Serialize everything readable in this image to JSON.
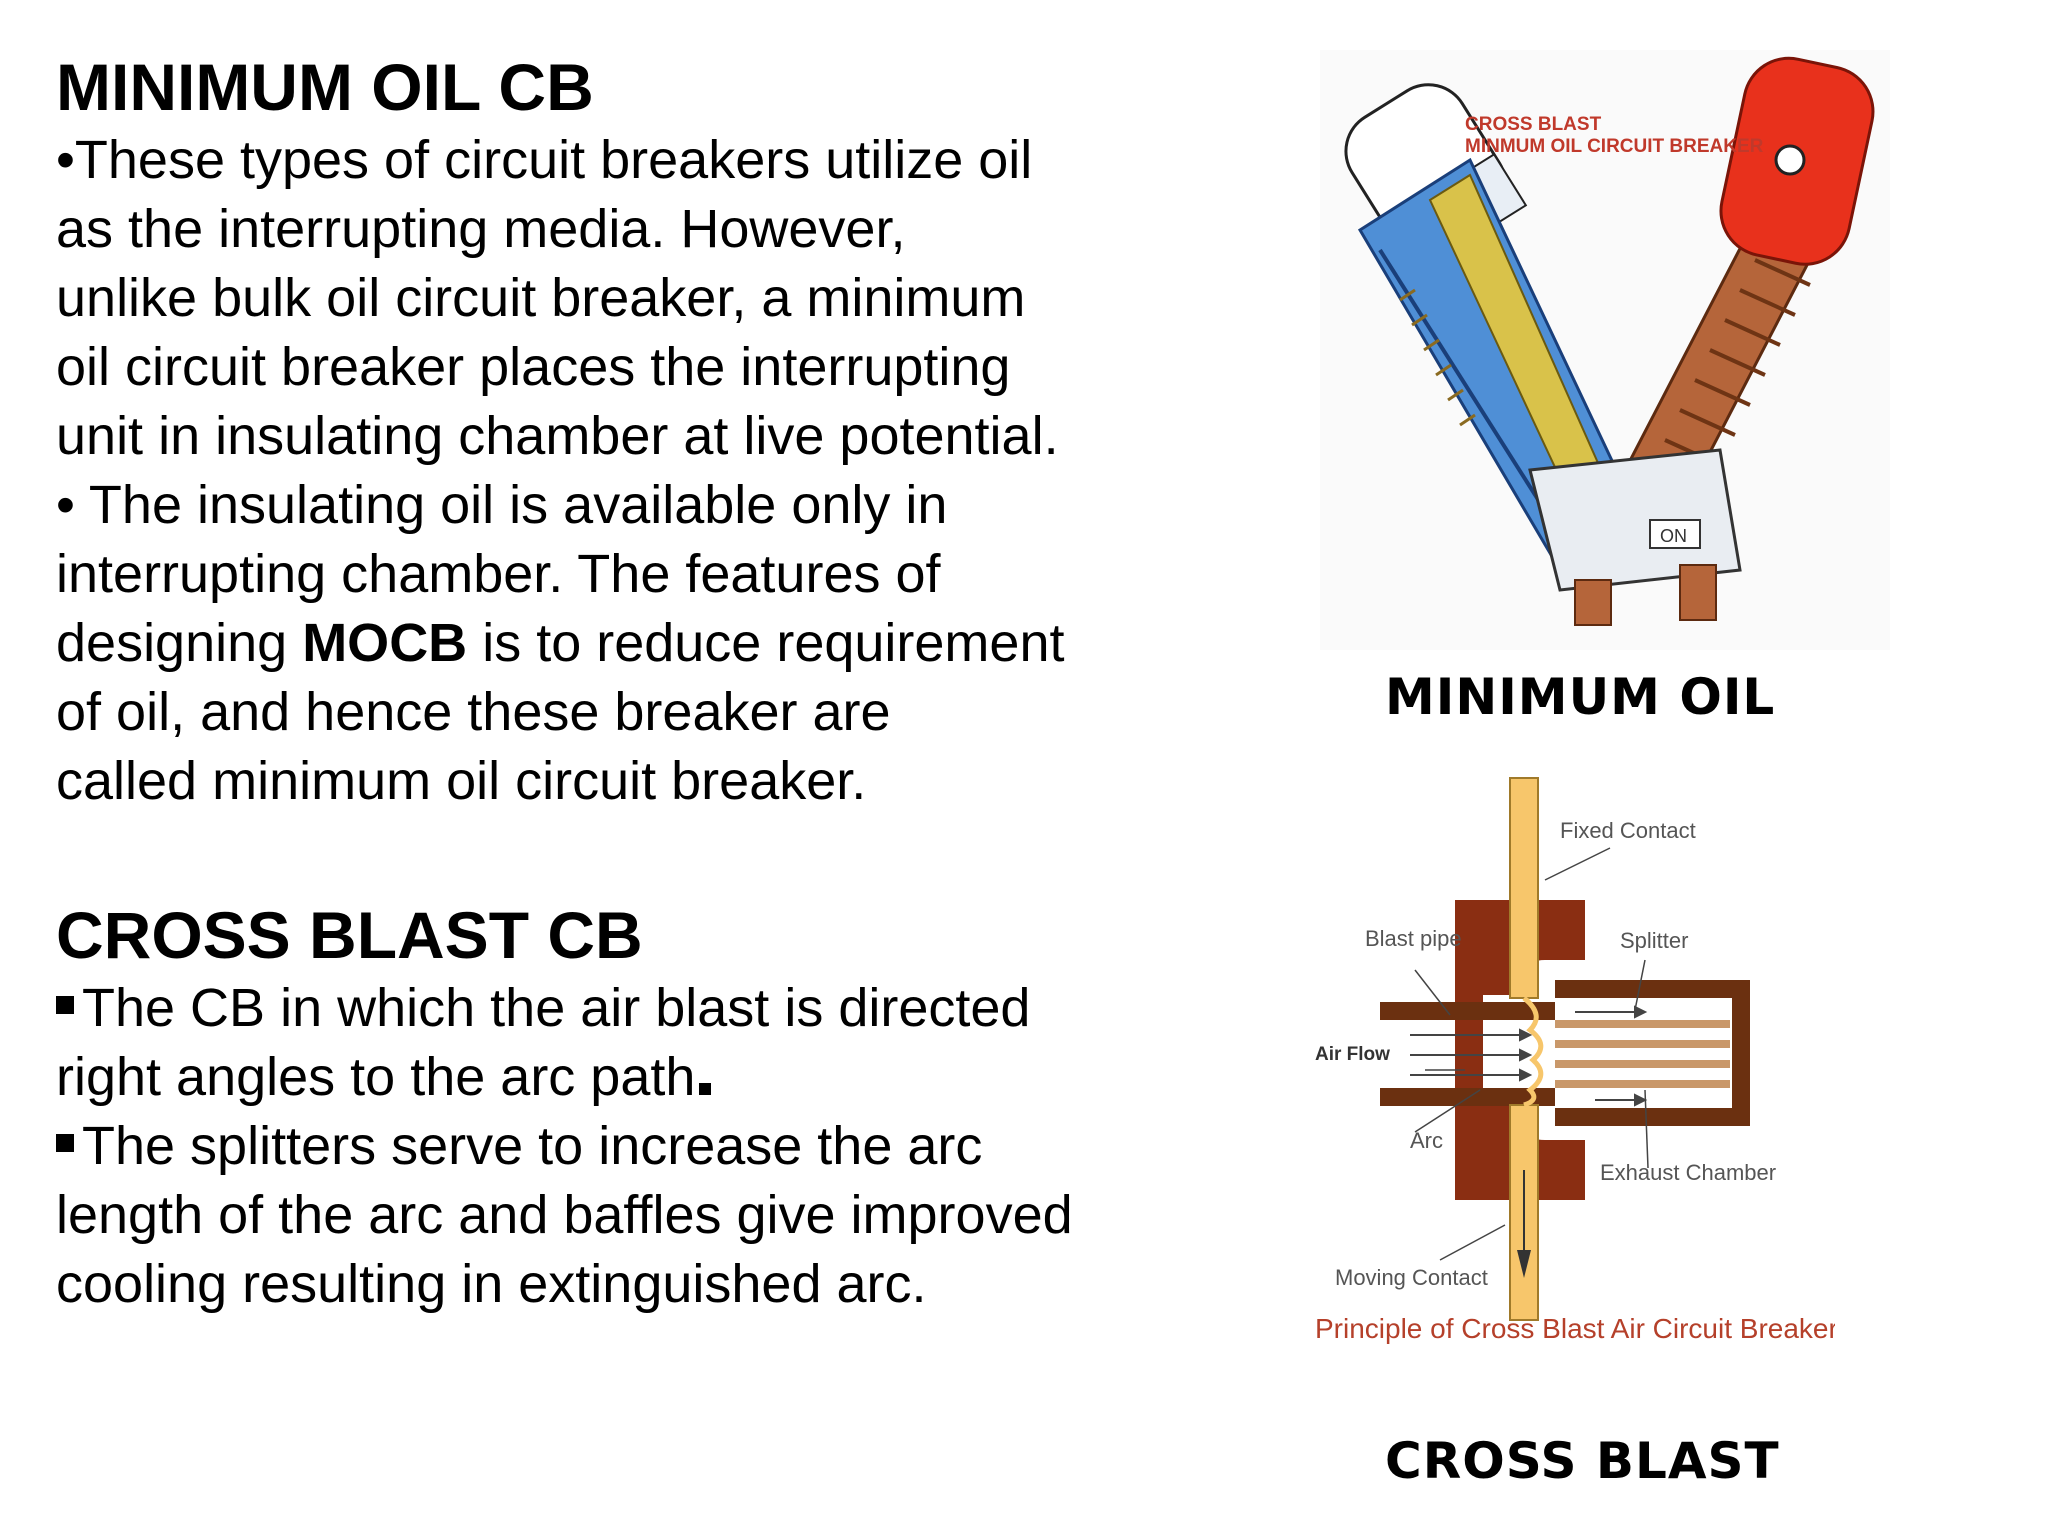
{
  "left": {
    "mocb_title": "MINIMUM OIL CB",
    "mocb_lines": [
      "•These types of circuit breakers utilize oil",
      "as the interrupting media. However,",
      "unlike bulk oil circuit breaker, a minimum",
      "oil circuit breaker places the interrupting",
      "unit in insulating chamber at live potential.",
      "• The insulating oil is available only in",
      "interrupting chamber. The features of"
    ],
    "mocb_bold_line": {
      "pre": "designing ",
      "bold": "MOCB",
      "post": " is to reduce requirement"
    },
    "mocb_tail_lines": [
      "of oil, and hence these breaker are",
      "called minimum oil circuit breaker."
    ],
    "cross_title": "CROSS BLAST CB",
    "cross_lines": [
      "The CB in which the air blast is directed",
      "right angles to the arc path",
      "The splitters serve to increase the arc",
      "length of the arc and baffles give improved",
      "cooling resulting in extinguished arc."
    ]
  },
  "figures": {
    "minimum_oil": {
      "caption": "MINIMUM OIL",
      "label_line1": "CROSS BLAST",
      "label_line2": "MINMUM OIL CIRCUIT BREAKER",
      "on_tag": "ON"
    },
    "cross_blast": {
      "caption": "CROSS BLAST",
      "diagram_title": "Principle of Cross Blast Air Circuit Breaker",
      "labels": {
        "fixed_contact": "Fixed Contact",
        "blast_pipe": "Blast pipe",
        "splitter": "Splitter",
        "air_flow": "Air Flow",
        "arc": "Arc",
        "exhaust_chamber": "Exhaust Chamber",
        "moving_contact": "Moving Contact"
      }
    }
  },
  "colors": {
    "oil_blue": "#4f8fd6",
    "tank_red": "#e8311c",
    "insulator_brown": "#b5653a",
    "pipe_brown": "#8a2e12",
    "contact_yellow": "#f7c66b",
    "diagram_title_color": "#b5402a"
  }
}
